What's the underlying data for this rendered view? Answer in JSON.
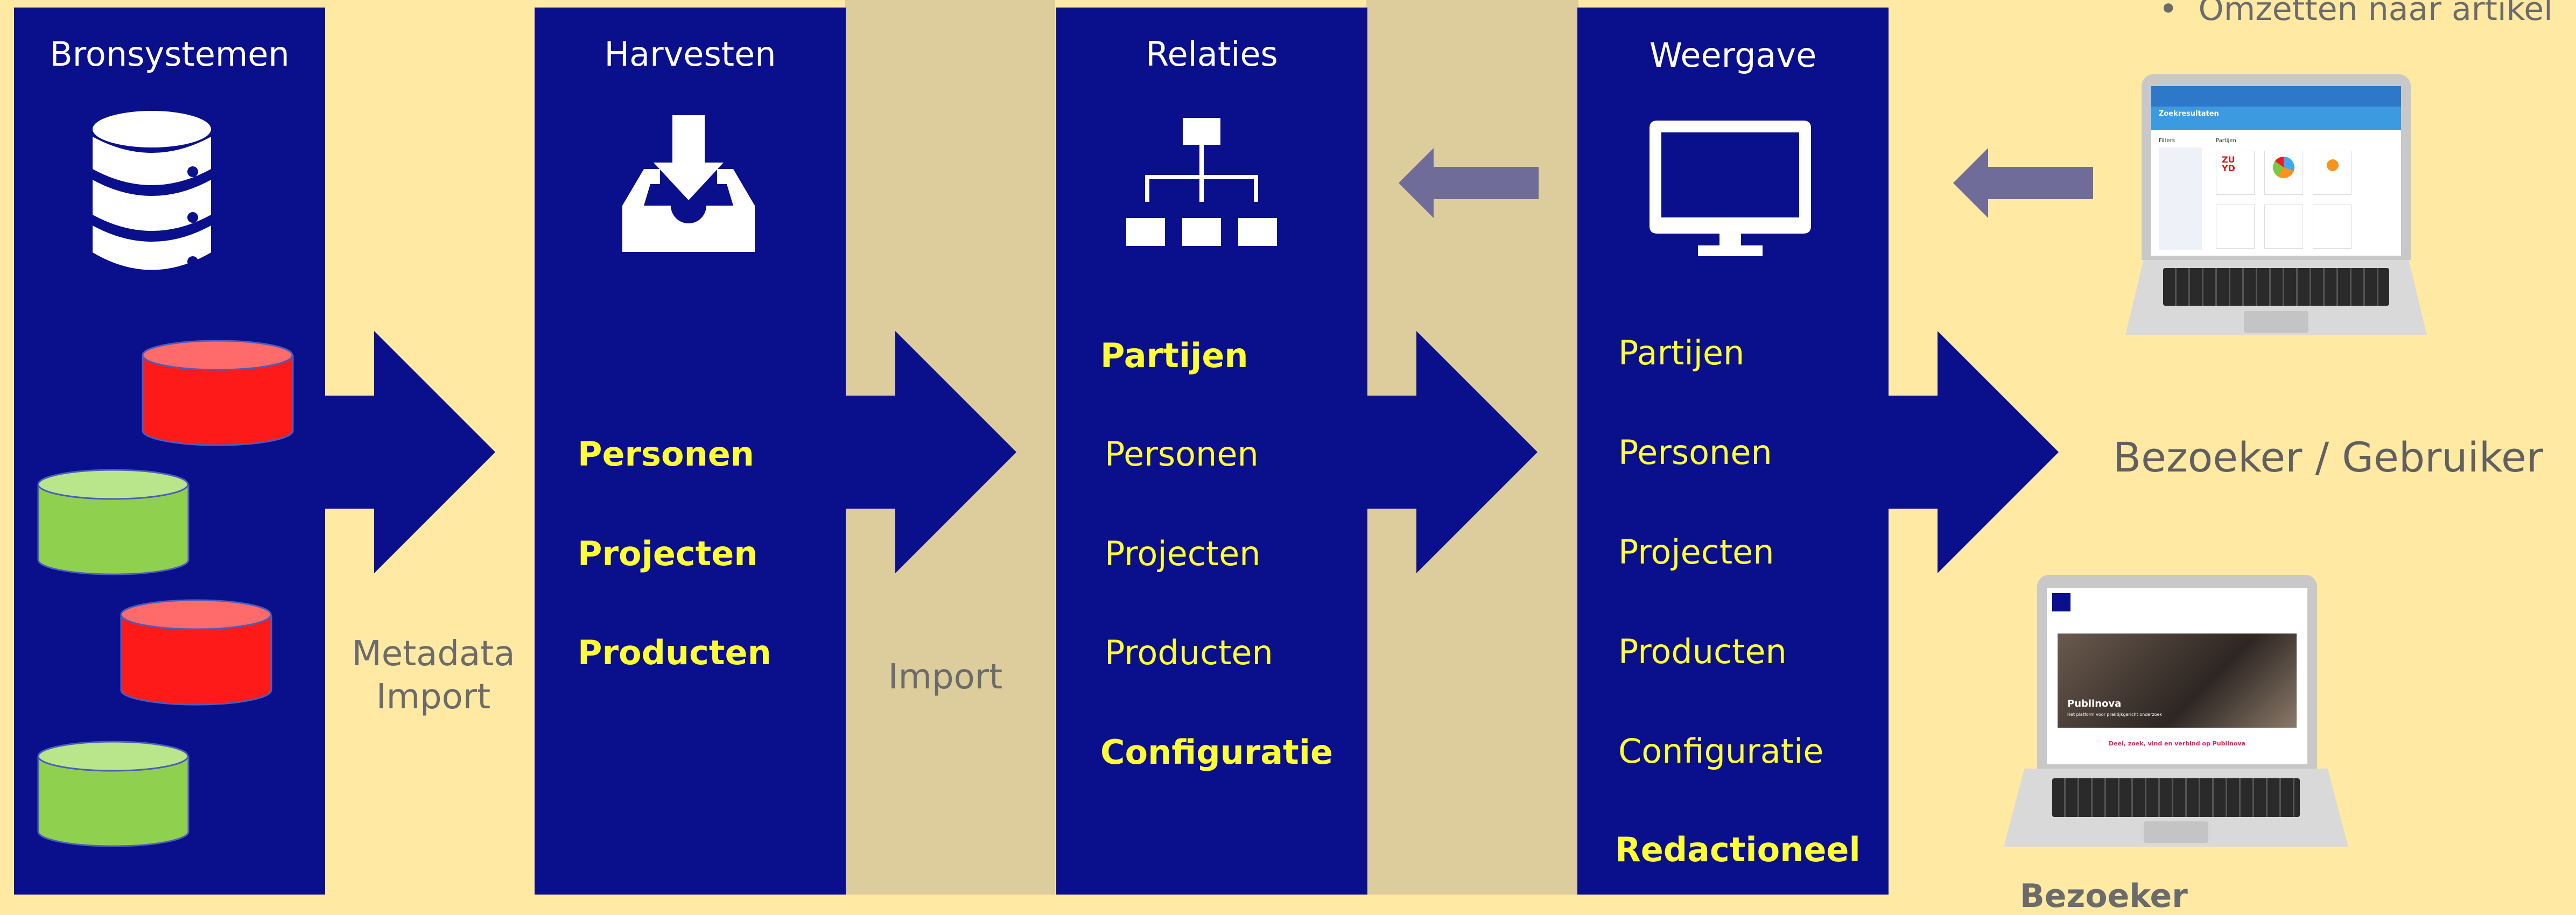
{
  "columns": {
    "bronsystemen": {
      "title": "Bronsystemen"
    },
    "harvesten": {
      "title": "Harvesten",
      "items": [
        "Personen",
        "Projecten",
        "Producten"
      ]
    },
    "relaties": {
      "title": "Relaties",
      "items": [
        "Partijen",
        "Personen",
        "Projecten",
        "Producten",
        "Configuratie"
      ]
    },
    "weergave": {
      "title": "Weergave",
      "items": [
        "Partijen",
        "Personen",
        "Projecten",
        "Producten",
        "Configuratie",
        "Redactioneel"
      ]
    }
  },
  "connectors": {
    "metadata_import": {
      "line1": "Metadata",
      "line2": "Import"
    },
    "import": "Import"
  },
  "right": {
    "bullet": "Omzetten naar artikel",
    "visitor": "Bezoeker / Gebruiker",
    "bottom_label": "Bezoeker"
  },
  "laptop_top_screen": {
    "title": "Zoekresultaten",
    "filter": "Filters",
    "tab": "Partijen",
    "tile_letters": "ZU YD"
  },
  "laptop_bottom_screen": {
    "brand": "Publinova",
    "subtitle": "Het platform voor praktijkgericht onderzoek",
    "tagline": "Deel, zoek, vind en verbind op Publinova"
  },
  "colors": {
    "column": "#0a0f8c",
    "background": "#ffe9a3",
    "band": "#ddcd9c",
    "item_text": "#ffff33",
    "arrow_feedback": "#6f6c9a",
    "db_red": "#ff1a1a",
    "db_green": "#8fd14f"
  },
  "icons": [
    "database-icon",
    "inbox-download-icon",
    "org-chart-icon",
    "monitor-icon"
  ]
}
